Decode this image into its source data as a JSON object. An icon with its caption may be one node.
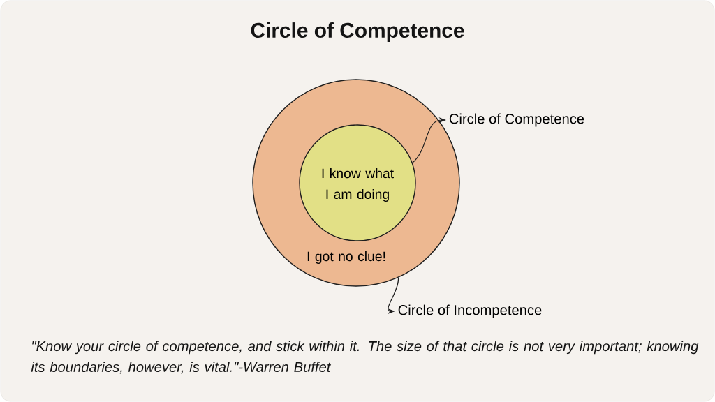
{
  "diagram": {
    "title": "Circle of Competence",
    "caption": "\"Know your circle of competence, and stick within it. The size of that circle is not very important; knowing its boundaries, however, is vital.\"-Warren Buffet",
    "nodes": [
      {
        "text": [
          "I got no clue!"
        ]
      },
      {
        "text": [
          "I know what I am doing"
        ],
        "in": 0
      },
      {
        "text": [
          "Circle of Competence"
        ]
      },
      {
        "text": [
          "Circle of Incompetence"
        ]
      }
    ],
    "edges": [
      {
        "from": 1,
        "to": 2,
        "arrow": "to"
      },
      {
        "from": 0,
        "to": 3,
        "arrow": "to"
      }
    ]
  }
}
